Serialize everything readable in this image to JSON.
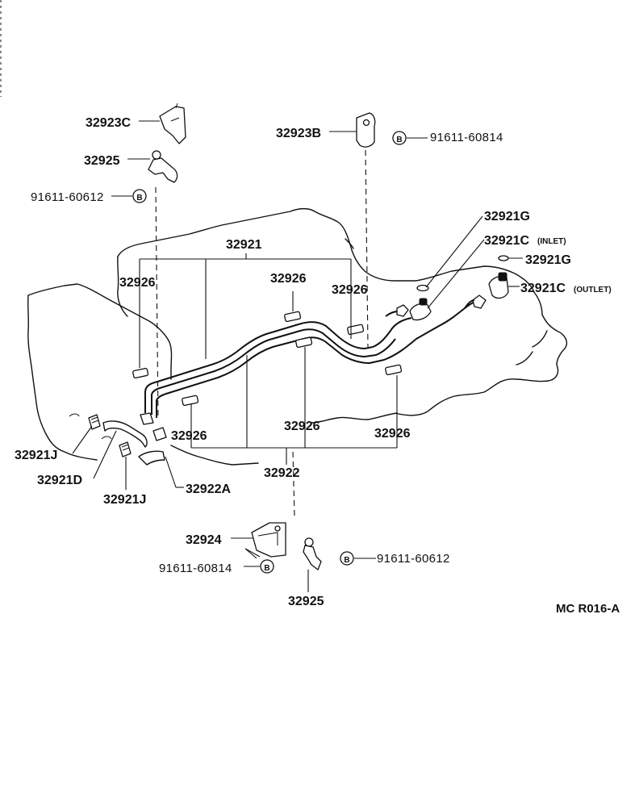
{
  "diagram_id": "MC R016-A",
  "bolt_marker": "B",
  "labels": {
    "p32923C": "32923C",
    "p32925_top": "32925",
    "bolt_91611_60612_top": "91611-60612",
    "p32923B": "32923B",
    "bolt_91611_60814_top": "91611-60814",
    "p32921G_top": "32921G",
    "p32921C_inlet": "32921C",
    "inlet_note": "(INLET)",
    "p32921G_mid": "32921G",
    "p32921C_outlet": "32921C",
    "outlet_note": "(OUTLET)",
    "p32921": "32921",
    "p32926_a": "32926",
    "p32926_b": "32926",
    "p32926_c": "32926",
    "p32926_d": "32926",
    "p32926_e": "32926",
    "p32926_f": "32926",
    "p32922": "32922",
    "p32922A": "32922A",
    "p32921J_left": "32921J",
    "p32921D": "32921D",
    "p32921J_bottom": "32921J",
    "p32924": "32924",
    "bolt_91611_60814_bottom": "91611-60814",
    "bolt_91611_60612_bottom": "91611-60612",
    "p32925_bottom": "32925"
  }
}
